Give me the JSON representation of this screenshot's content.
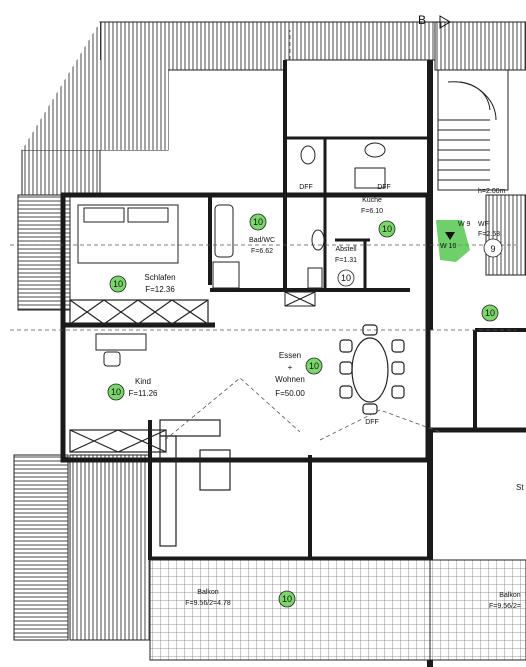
{
  "section_marker": "B",
  "rooms": {
    "schlafen": {
      "name": "Schlafen",
      "area": "F=12.36"
    },
    "kind": {
      "name": "Kind",
      "area": "F=11.26"
    },
    "bad": {
      "name": "Bad/WC",
      "area": "F=6.62"
    },
    "kueche": {
      "name": "Küche",
      "area": "F=6.10"
    },
    "abstell": {
      "name": "Abstell",
      "area": "F=1.31"
    },
    "essen_line1": "Essen",
    "essen_line2": "+",
    "essen_line3": "Wohnen",
    "essen_area": "F=50.00",
    "balkon_left": {
      "name": "Balkon",
      "area": "F=9.56/2=4.78"
    },
    "balkon_right": {
      "name": "Balkon",
      "area": "F=9.56/2="
    },
    "stairs_label": "h=2.00m",
    "stairs_area": "F=2.58",
    "right_partial": "St"
  },
  "dff_labels": [
    "DFF",
    "DFF",
    "DFF"
  ],
  "marker_wc": "W 9",
  "marker_wf": "WF",
  "marker_w10": "W 10",
  "badges": {
    "ten": "10",
    "nine": "9"
  },
  "colors": {
    "badge_fill": "#7bd66b",
    "wall": "#1a1a1a",
    "hatch": "#555555",
    "green_highlight": "#3fbf3a"
  }
}
